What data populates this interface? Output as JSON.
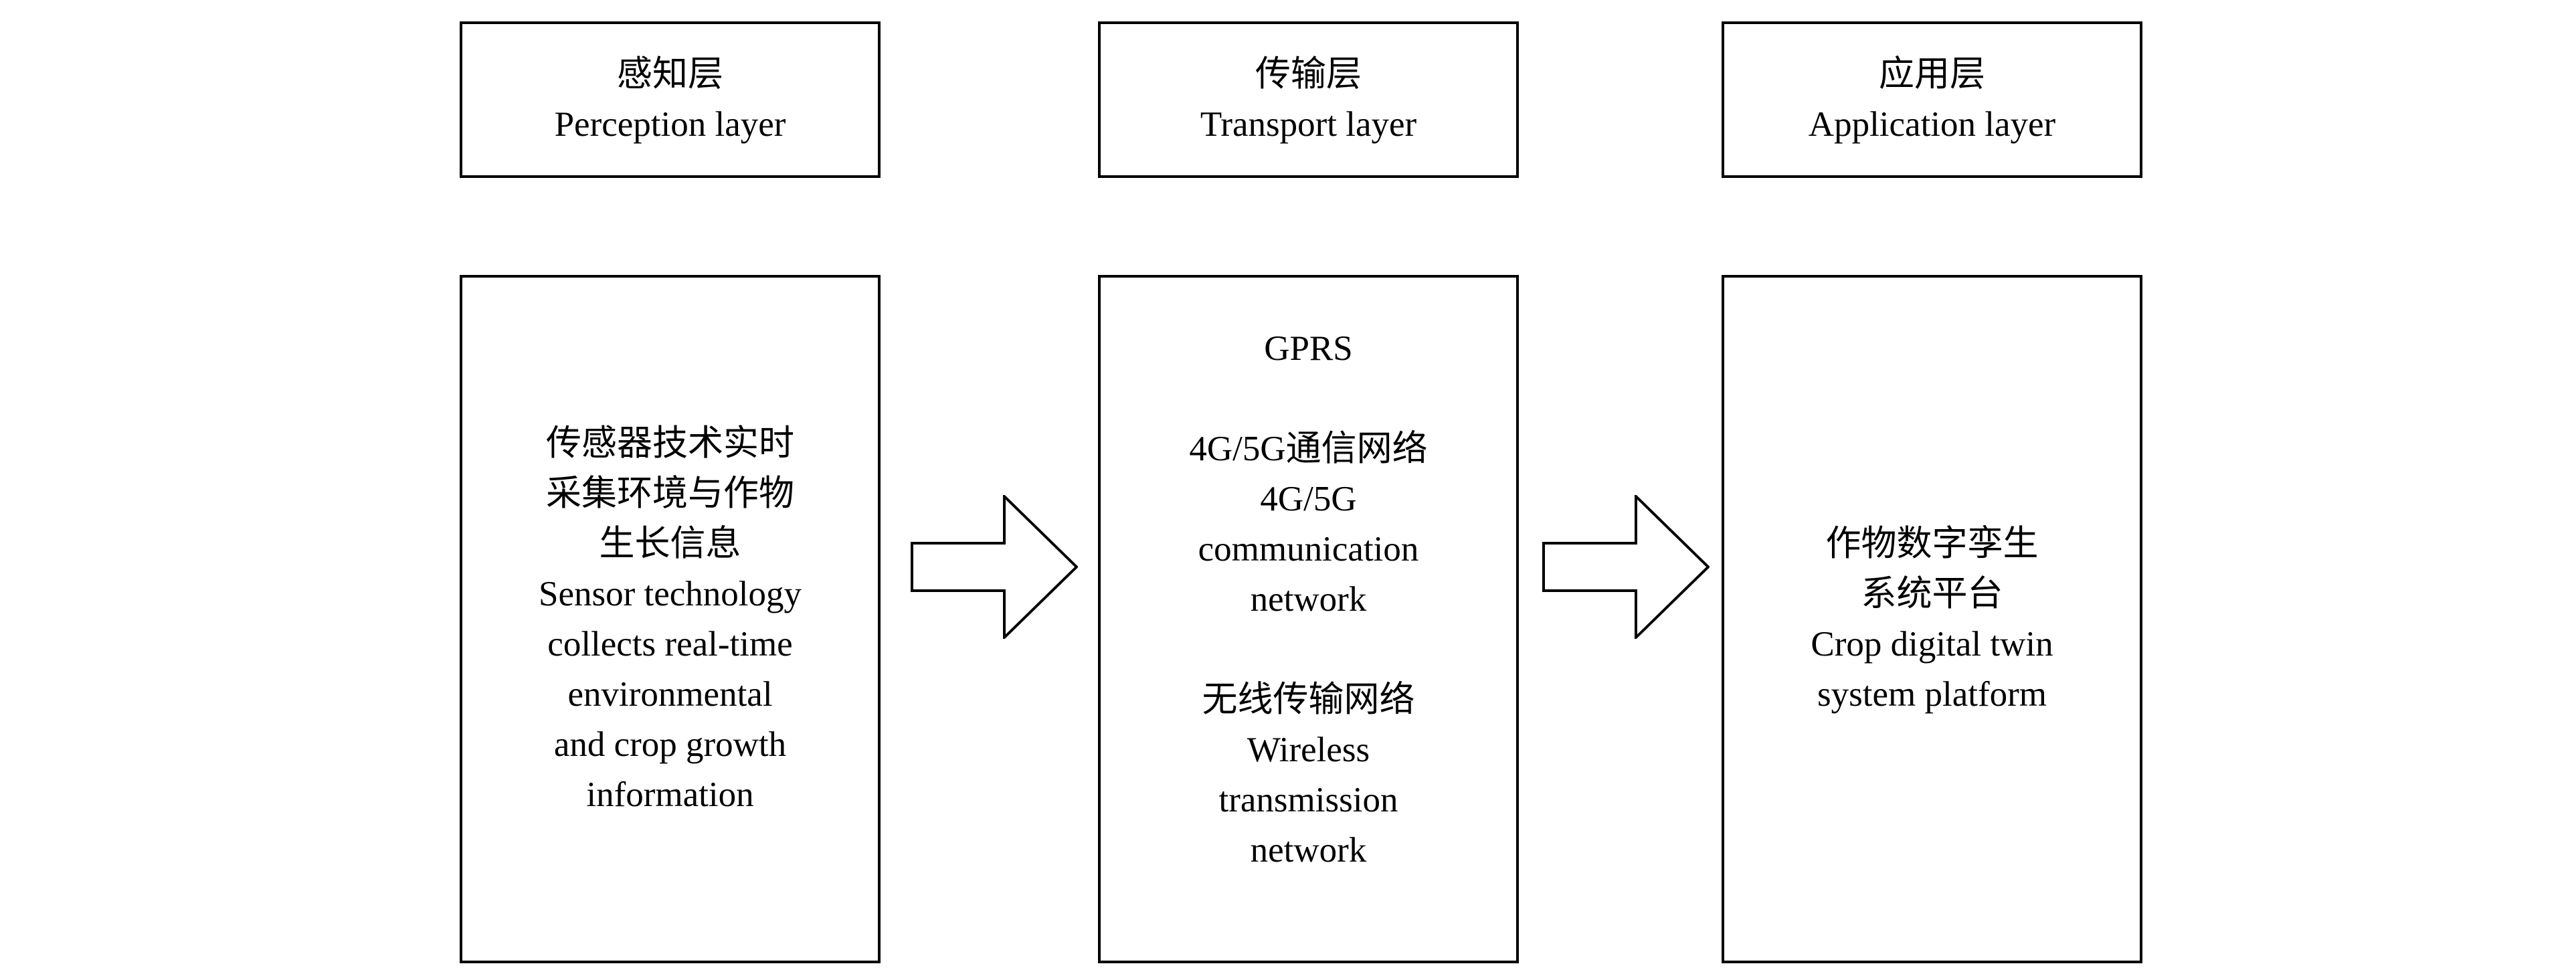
{
  "columns": [
    {
      "header": {
        "zh": "感知层",
        "en": "Perception layer"
      },
      "content": [
        "传感器技术实时",
        "采集环境与作物",
        "生长信息",
        "Sensor technology",
        "collects real-time",
        "environmental",
        "and crop growth",
        "information"
      ]
    },
    {
      "header": {
        "zh": "传输层",
        "en": "Transport layer"
      },
      "content": {
        "gprs": "GPRS",
        "cellular": [
          "4G/5G通信网络",
          "4G/5G",
          "communication",
          "network"
        ],
        "wireless": [
          "无线传输网络",
          "Wireless",
          "transmission",
          "network"
        ]
      }
    },
    {
      "header": {
        "zh": "应用层",
        "en": "Application layer"
      },
      "content": [
        "作物数字孪生",
        "系统平台",
        "Crop digital twin",
        "system platform"
      ]
    }
  ],
  "colors": {
    "stroke": "#000000",
    "fill": "#ffffff",
    "text": "#000000"
  }
}
